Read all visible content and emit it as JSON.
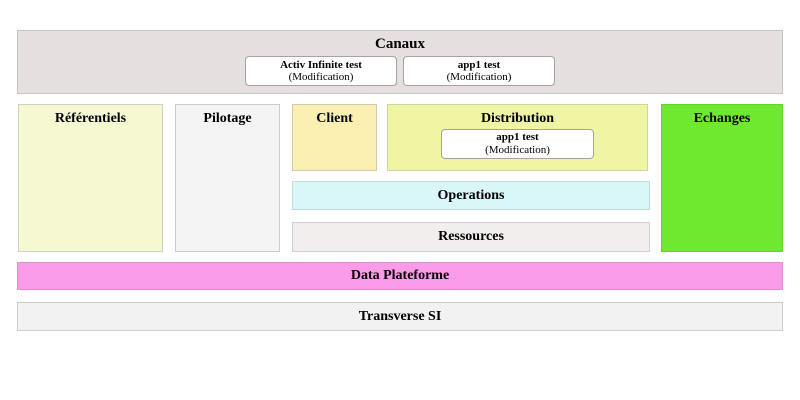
{
  "colors": {
    "canaux_bg": "#e6dfdf",
    "referentiels_bg": "#f6f8d2",
    "pilotage_bg": "#f4f4f4",
    "client_bg": "#fbf0b2",
    "distribution_bg": "#f0f5a3",
    "operations_bg": "#d9f6f9",
    "ressources_bg": "#f2eeee",
    "echanges_bg": "#6fe92f",
    "data_plateforme_bg": "#fb9ce8",
    "transverse_si_bg": "#f2f2f2",
    "app_box_bg": "#ffffff",
    "text": "#000000"
  },
  "canaux": {
    "label": "Canaux",
    "apps": [
      {
        "name": "Activ Infinite test",
        "sub": "(Modification)"
      },
      {
        "name": "app1 test",
        "sub": "(Modification)"
      }
    ]
  },
  "blocks": {
    "referentiels": {
      "label": "Référentiels"
    },
    "pilotage": {
      "label": "Pilotage"
    },
    "client": {
      "label": "Client"
    },
    "distribution": {
      "label": "Distribution",
      "apps": [
        {
          "name": "app1 test",
          "sub": "(Modification)"
        }
      ]
    },
    "operations": {
      "label": "Operations"
    },
    "ressources": {
      "label": "Ressources"
    },
    "echanges": {
      "label": "Echanges"
    },
    "data_plateforme": {
      "label": "Data Plateforme"
    },
    "transverse_si": {
      "label": "Transverse SI"
    }
  }
}
